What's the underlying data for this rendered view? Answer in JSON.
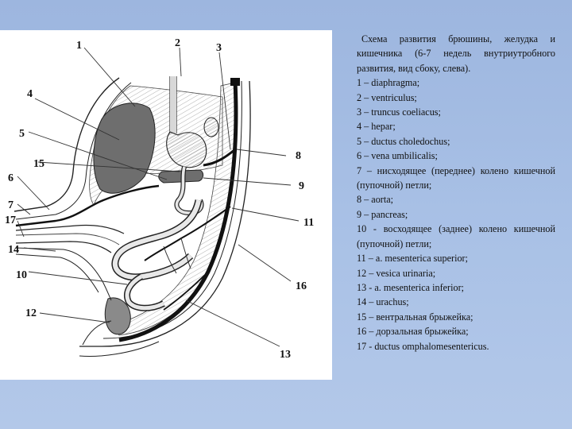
{
  "caption": "Схема развития брюшины, желудка и кишечника (6-7 недель внутриутробного развития, вид сбоку, слева).",
  "labels": [
    "1",
    "2",
    "3",
    "4",
    "5",
    "6",
    "7",
    "8",
    "9",
    "10",
    "11",
    "12",
    "13",
    "14",
    "15",
    "16",
    "17"
  ],
  "legend": [
    "1 – diaphragma;",
    "2 – ventriculus;",
    "3 – truncus coeliacus;",
    "4 – hepar;",
    "5 – ductus choledochus;",
    "6 – vena umbilicalis;",
    "7 – нисходящее (переднее) колено кишечной (пупочной) петли;",
    "8 – aorta;",
    "9 – pancreas;",
    "10 - восходящее (заднее) колено кишечной (пупочной) петли;",
    "11 – a. mesenterica superior;",
    "12 – vesica urinaria;",
    "13 - a. mesenterica inferior;",
    "14 – urachus;",
    "15 – вентральная брыжейка;",
    "16 – дорзальная брыжейка;",
    "17 - ductus omphalomesentericus."
  ],
  "colors": {
    "background": "#a9c1e6",
    "panel": "#ffffff",
    "organ_dark": "#6e6e6e",
    "hatch": "#9a9a9a",
    "line": "#1a1a1a"
  }
}
